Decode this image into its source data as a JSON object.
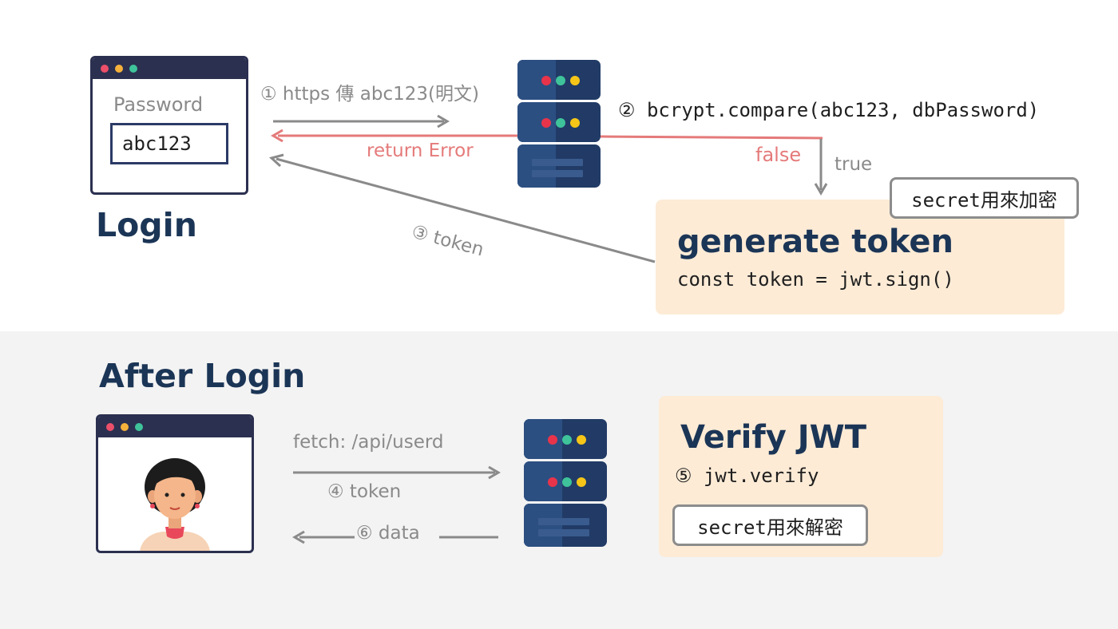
{
  "login_window": {
    "password_label": "Password",
    "password_value": "abc123",
    "caption": "Login"
  },
  "steps": {
    "step1": "① https 傳 abc123(明文)",
    "step2": "② bcrypt.compare(abc123, dbPassword)",
    "return_error": "return Error",
    "false_label": "false",
    "true_label": "true",
    "step3": "③ token",
    "fetch": "fetch: /api/userd",
    "step4": "④ token",
    "step6": "⑥ data",
    "step5": "⑤ jwt.verify"
  },
  "generate_card": {
    "secret_tag": "secret用來加密",
    "title": "generate token",
    "code": "const token = jwt.sign()"
  },
  "after_login": {
    "heading": "After Login"
  },
  "verify_card": {
    "title": "Verify JWT",
    "secret_tag": "secret用來解密"
  },
  "colors": {
    "navy": "#1b3556",
    "error_red": "#e57a7a",
    "card_bg": "#fdebd6",
    "section_gray": "#f3f3f3"
  }
}
